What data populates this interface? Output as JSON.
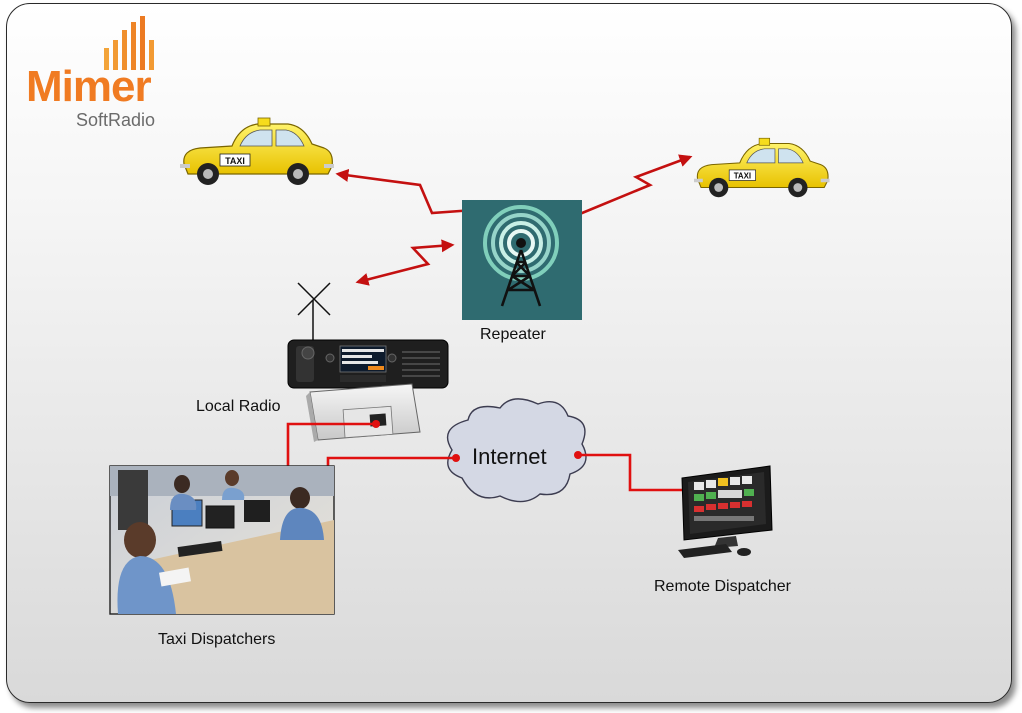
{
  "logo": {
    "word": "Mimer",
    "sub": "SoftRadio",
    "color": "#f07b22"
  },
  "labels": {
    "repeater": "Repeater",
    "local_radio": "Local Radio",
    "internet": "Internet",
    "taxi_dispatchers": "Taxi Dispatchers",
    "remote_dispatcher": "Remote Dispatcher"
  },
  "taxi_sign": "TAXI",
  "colors": {
    "taxi": "#f6dc1c",
    "link": "#d00000",
    "repeater_bg": "#2f6b70",
    "cloud": "#d4d8e4"
  }
}
